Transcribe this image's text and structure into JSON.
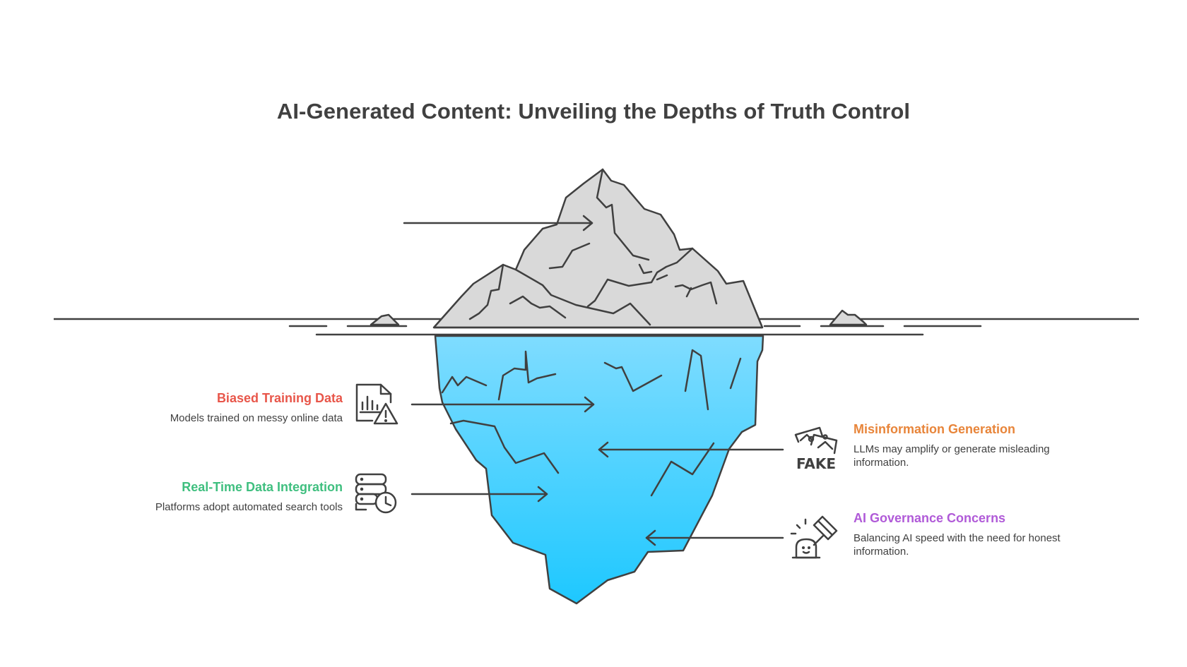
{
  "title": "AI-Generated Content: Unveiling the Depths of Truth Control",
  "colors": {
    "stroke": "#404040",
    "ice_top": "#d9d9d9",
    "water_top": "#7fdcff",
    "water_bottom": "#1ec8ff",
    "red": "#e8564a",
    "green": "#3fbf7f",
    "orange": "#e8853a",
    "purple": "#b05ad8"
  },
  "items": {
    "biased": {
      "heading": "Biased Training Data",
      "description": "Models trained on messy online data",
      "icon": "document-chart-warning-icon"
    },
    "realtime": {
      "heading": "Real-Time Data Integration",
      "description": "Platforms adopt automated search tools",
      "icon": "database-clock-icon"
    },
    "misinfo": {
      "heading": "Misinformation Generation",
      "description": "LLMs may amplify or generate misleading information.",
      "icon": "fake-image-icon",
      "icon_text": "FAKE"
    },
    "governance": {
      "heading": "AI Governance Concerns",
      "description": "Balancing AI speed with the need for honest information.",
      "icon": "gavel-person-icon"
    }
  }
}
